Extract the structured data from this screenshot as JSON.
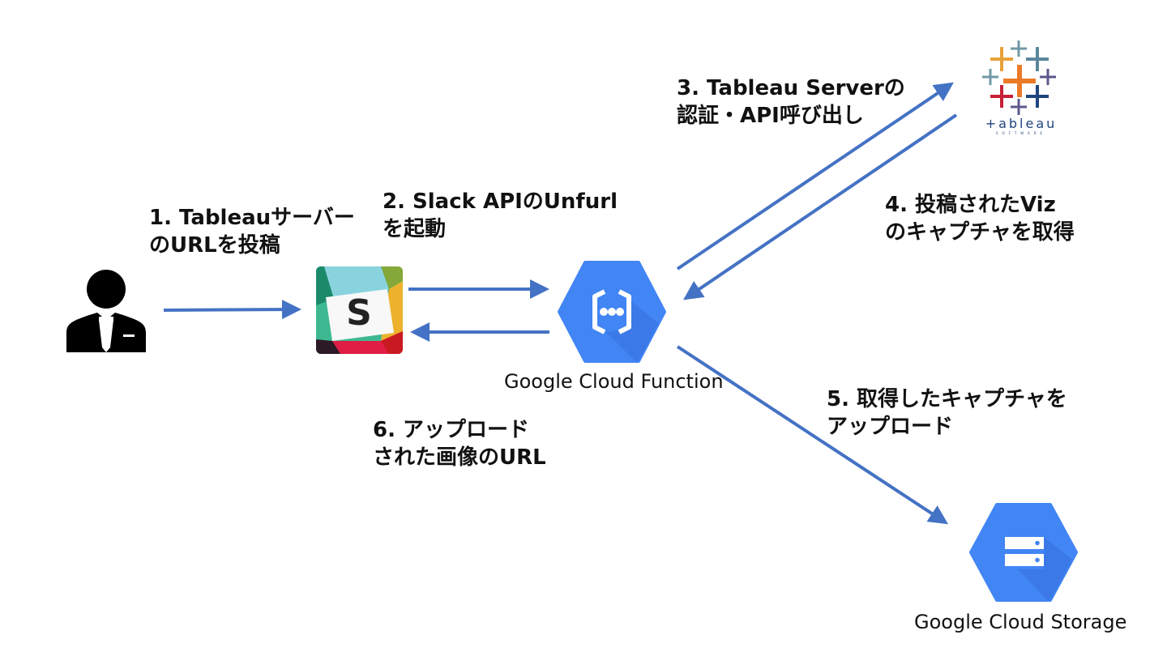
{
  "diagram": {
    "colors": {
      "arrow": "#4472C4",
      "gcp_blue": "#4285F4",
      "gcp_shadow": "#3B78E7",
      "text": "#111111"
    },
    "nodes": {
      "user": {
        "name": "User",
        "icon": "person-icon"
      },
      "slack": {
        "name": "Slack",
        "icon": "slack-logo-icon",
        "glyph": "S"
      },
      "cloud_function": {
        "name": "Google Cloud Function",
        "icon": "cloud-functions-icon",
        "caption": "Google Cloud Function"
      },
      "tableau": {
        "name": "Tableau",
        "icon": "tableau-logo-icon",
        "wordmark": "+ableau",
        "sub": "SOFTWARE"
      },
      "cloud_storage": {
        "name": "Google Cloud Storage",
        "icon": "cloud-storage-icon",
        "caption": "Google Cloud Storage"
      }
    },
    "steps": [
      {
        "id": 1,
        "line1": "1. Tableauサーバー",
        "line2": "のURLを投稿",
        "from": "user",
        "to": "slack"
      },
      {
        "id": 2,
        "line1": "2. Slack APIのUnfurl",
        "line2": "を起動",
        "from": "slack",
        "to": "cloud_function"
      },
      {
        "id": 3,
        "line1": "3. Tableau Serverの",
        "line2": "認証・API呼び出し",
        "from": "cloud_function",
        "to": "tableau"
      },
      {
        "id": 4,
        "line1": "4. 投稿されたViz",
        "line2": "のキャプチャを取得",
        "from": "tableau",
        "to": "cloud_function"
      },
      {
        "id": 5,
        "line1": "5. 取得したキャプチャを",
        "line2": "アップロード",
        "from": "cloud_function",
        "to": "cloud_storage"
      },
      {
        "id": 6,
        "line1": "6. アップロード",
        "line2": "された画像のURL",
        "from": "cloud_function",
        "to": "slack"
      }
    ]
  }
}
